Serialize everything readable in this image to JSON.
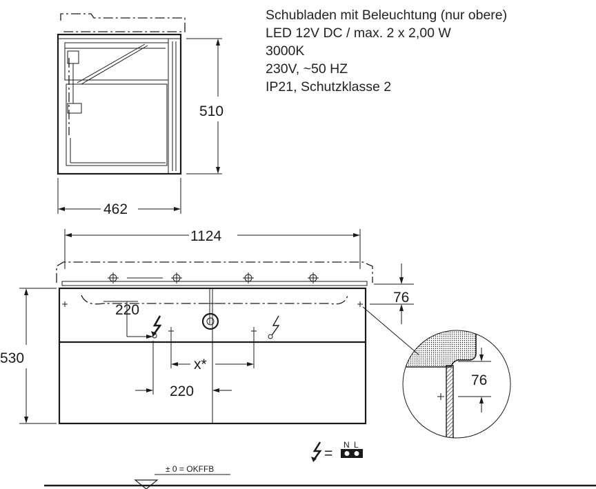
{
  "specs": {
    "line1": "Schubladen mit Beleuchtung (nur obere)",
    "line2": "LED 12V DC / max. 2 x 2,00 W",
    "line3": "3000K",
    "line4": "230V, ~50 HZ",
    "line5": "IP21, Schutzklasse 2"
  },
  "side_view": {
    "height_label": "510",
    "depth_label": "462"
  },
  "front_view": {
    "width_label": "1124",
    "height_label": "530",
    "top_offset_label": "76",
    "upper_spacing_label": "220",
    "center_spacing_label": "x*",
    "lower_spacing_label": "220"
  },
  "detail": {
    "offset_label": "76"
  },
  "legend": {
    "symbol_equals": "=",
    "terminal_n": "N",
    "terminal_l": "L"
  },
  "floor_level": {
    "label": "± 0 = OKFFB"
  }
}
